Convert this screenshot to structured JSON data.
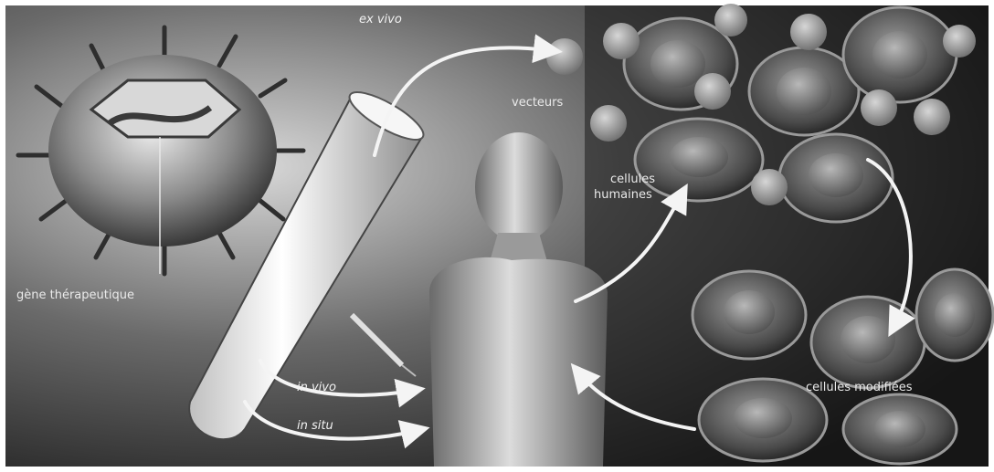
{
  "labels": {
    "gene": "gène thérapeutique",
    "exvivo": "ex vivo",
    "vecteurs": "vecteurs",
    "cellules_humaines_1": "cellules",
    "cellules_humaines_2": "humaines",
    "invivo": "in vivo",
    "insitu": "in situ",
    "cellules_modifiees": "cellules modifiées"
  }
}
